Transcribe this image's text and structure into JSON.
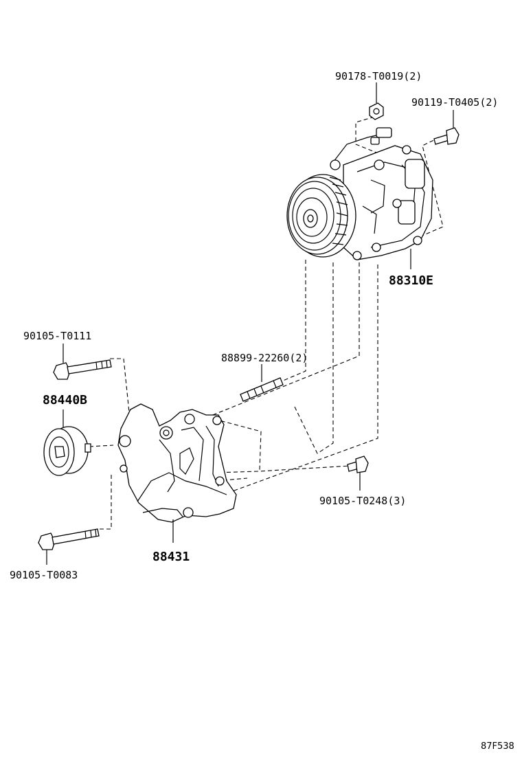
{
  "diagram": {
    "image_code": "87F538",
    "parts": {
      "nut_top": "90178-T0019(2)",
      "bolt_top": "90119-T0405(2)",
      "compressor": "88310E",
      "bolt_long_upper": "90105-T0111",
      "idler_pulley": "88440B",
      "stud_bolt": "88899-22260(2)",
      "bolt_short": "90105-T0248(3)",
      "bracket": "88431",
      "bolt_long_lower": "90105-T0083"
    }
  }
}
